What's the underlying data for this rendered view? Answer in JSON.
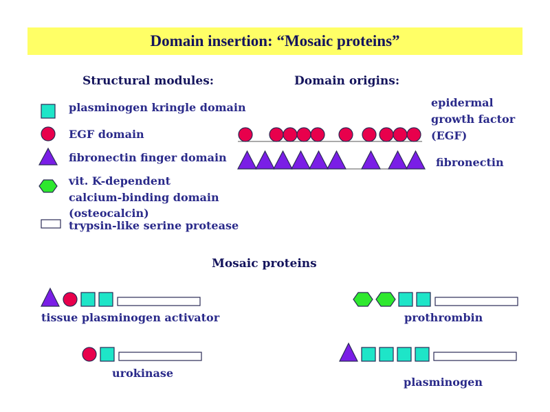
{
  "title": "Domain insertion: “Mosaic proteins”",
  "colors": {
    "title_bg": "#ffff66",
    "text": "#2a2a8a",
    "kringle": "#1ee5c8",
    "egf": "#e8004c",
    "fibronectin": "#7a1ee6",
    "vitk": "#2ee82e",
    "protease": "#ffffff"
  },
  "structural": {
    "heading": "Structural modules:",
    "items": [
      {
        "label": "plasminogen kringle domain",
        "icon": "square-icon"
      },
      {
        "label": "EGF domain",
        "icon": "circle-icon"
      },
      {
        "label": "fibronectin finger domain",
        "icon": "triangle-icon"
      },
      {
        "label_lines": [
          "vit. K-dependent",
          "calcium-binding domain",
          "(osteocalcin)"
        ],
        "icon": "hexagon-icon"
      },
      {
        "label": "trypsin-like serine protease",
        "icon": "rectangle-icon"
      }
    ]
  },
  "origins": {
    "heading": "Domain origins:",
    "egf_label_lines": [
      "epidermal",
      "growth factor",
      "(EGF)"
    ],
    "fibronectin_label": "fibronectin"
  },
  "mosaic": {
    "heading": "Mosaic proteins",
    "proteins": [
      {
        "name": "tissue plasminogen activator",
        "modules": [
          "triangle",
          "circle",
          "square",
          "square",
          "rectangle"
        ]
      },
      {
        "name": "prothrombin",
        "modules": [
          "hexagon",
          "hexagon",
          "square",
          "square",
          "rectangle"
        ]
      },
      {
        "name": "urokinase",
        "modules": [
          "circle",
          "square",
          "rectangle"
        ]
      },
      {
        "name": "plasminogen",
        "modules": [
          "triangle",
          "square",
          "square",
          "square",
          "square",
          "rectangle"
        ]
      }
    ]
  }
}
